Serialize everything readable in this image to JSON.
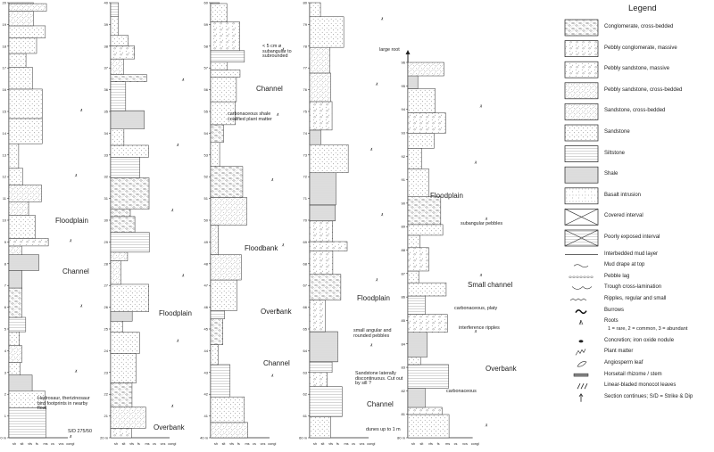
{
  "columns": [
    {
      "id": "col1",
      "ticks": [
        "0 m",
        "1",
        "2",
        "3",
        "4",
        "5",
        "6",
        "7",
        "8",
        "9",
        "10",
        "11",
        "12",
        "13",
        "14",
        "15",
        "16",
        "17",
        "18",
        "19",
        "20"
      ],
      "xlabels": [
        "sh",
        "slt",
        "vfs",
        "fs",
        "ms",
        "cs",
        "vcs",
        "congl"
      ],
      "notes": [
        "Floodplain",
        "Channel",
        "Hadrosaur, therizinosaur bird footprints in nearby float",
        "S/D 275/50"
      ]
    },
    {
      "id": "col2",
      "ticks": [
        "20 m",
        "21",
        "22",
        "23",
        "24",
        "25",
        "26",
        "27",
        "28",
        "29",
        "30",
        "31",
        "32",
        "33",
        "34",
        "35",
        "36",
        "37",
        "38",
        "39",
        "40"
      ],
      "xlabels": [
        "sh",
        "slt",
        "vfs",
        "fs",
        "ms",
        "cs",
        "vcs",
        "congl"
      ],
      "notes": [
        "Floodplain",
        "Overbank"
      ]
    },
    {
      "id": "col3",
      "ticks": [
        "40 m",
        "41",
        "42",
        "43",
        "44",
        "45",
        "46",
        "47",
        "48",
        "49",
        "50",
        "51",
        "52",
        "53",
        "54",
        "55",
        "56",
        "57",
        "58",
        "59",
        "60"
      ],
      "xlabels": [
        "sh",
        "slt",
        "vfs",
        "fs",
        "ms",
        "cs",
        "vcs",
        "congl"
      ],
      "notes": [
        "< 5 cm ø subangular to subrounded",
        "Channel",
        "carbonaceous shale coalified plant matter",
        "Floodbank",
        "Overbank",
        "Channel"
      ]
    },
    {
      "id": "col4",
      "ticks": [
        "60 m",
        "61",
        "62",
        "63",
        "64",
        "65",
        "66",
        "67",
        "68",
        "69",
        "70",
        "71",
        "72",
        "73",
        "74",
        "75",
        "76",
        "77",
        "78",
        "79",
        "80"
      ],
      "xlabels": [
        "sh",
        "slt",
        "vfs",
        "fs",
        "ms",
        "cs",
        "vcs",
        "congl"
      ],
      "notes": [
        "large root",
        "Floodplain",
        "small angular and rounded pebbles",
        "Sandstone laterally discontinuous. Cut out by sill ?",
        "Channel",
        "dunes up to 1 m"
      ]
    },
    {
      "id": "col5",
      "ticks": [
        "80 m",
        "81",
        "82",
        "83",
        "84",
        "85",
        "86",
        "87",
        "88",
        "89",
        "90",
        "91",
        "92",
        "93",
        "94",
        "95",
        "96"
      ],
      "xlabels": [
        "sh",
        "slt",
        "vfs",
        "fs",
        "ms",
        "cs",
        "vcs",
        "congl"
      ],
      "notes": [
        "Floodplain",
        "subangular pebbles",
        "Small channel",
        "carbonaceous, platy",
        "interference ripples",
        "Overbank",
        "carbonaceous"
      ]
    }
  ],
  "legend": {
    "title": "Legend",
    "items": [
      {
        "label": "Conglomerate, cross-bedded",
        "icon": "box-conglomerate-crossbedded"
      },
      {
        "label": "Pebbly conglomerate, massive",
        "icon": "box-pebbly-conglomerate"
      },
      {
        "label": "Pebbly sandstone, massive",
        "icon": "box-pebbly-sandstone"
      },
      {
        "label": "Pebbly sandstone, cross-bedded",
        "icon": "box-pebbly-sandstone-crossbedded"
      },
      {
        "label": "Sandstone, cross-bedded",
        "icon": "box-sandstone-crossbedded"
      },
      {
        "label": "Sandstone",
        "icon": "box-sandstone"
      },
      {
        "label": "Siltstone",
        "icon": "box-siltstone"
      },
      {
        "label": "Shale",
        "icon": "box-shale"
      },
      {
        "label": "Basalt intrusion",
        "icon": "box-basalt"
      },
      {
        "label": "Covered interval",
        "icon": "box-covered"
      },
      {
        "label": "Poorly exposed interval",
        "icon": "box-poorly-exposed"
      },
      {
        "label": "Interbedded mud layer",
        "icon": "line-mud-layer"
      },
      {
        "label": "Mud drape at top",
        "icon": "mud-drape"
      },
      {
        "label": "Pebble lag",
        "icon": "pebble-lag"
      },
      {
        "label": "Trough cross-lamination",
        "icon": "trough"
      },
      {
        "label": "Ripples, regular and small",
        "icon": "ripples"
      },
      {
        "label": "Burrows",
        "icon": "burrows"
      },
      {
        "label": "Roots",
        "icon": "roots"
      },
      {
        "label": "1 = rare, 2 = common, 3 = abundant",
        "icon": "none"
      },
      {
        "label": "Concretion; iron oxide nodule",
        "icon": "concretion"
      },
      {
        "label": "Plant matter",
        "icon": "plant-matter"
      },
      {
        "label": "Angiosperm leaf",
        "icon": "leaf"
      },
      {
        "label": "Horsetail rhizome / stem",
        "icon": "horsetail"
      },
      {
        "label": "Linear-bladed monocot leaves",
        "icon": "monocot"
      },
      {
        "label": "Section continues; S/D = Strike & Dip",
        "icon": "arrow-up"
      }
    ]
  },
  "colors": {
    "ink": "#222222",
    "fill": "#f4f4f4",
    "dot": "#6a6a6a"
  }
}
